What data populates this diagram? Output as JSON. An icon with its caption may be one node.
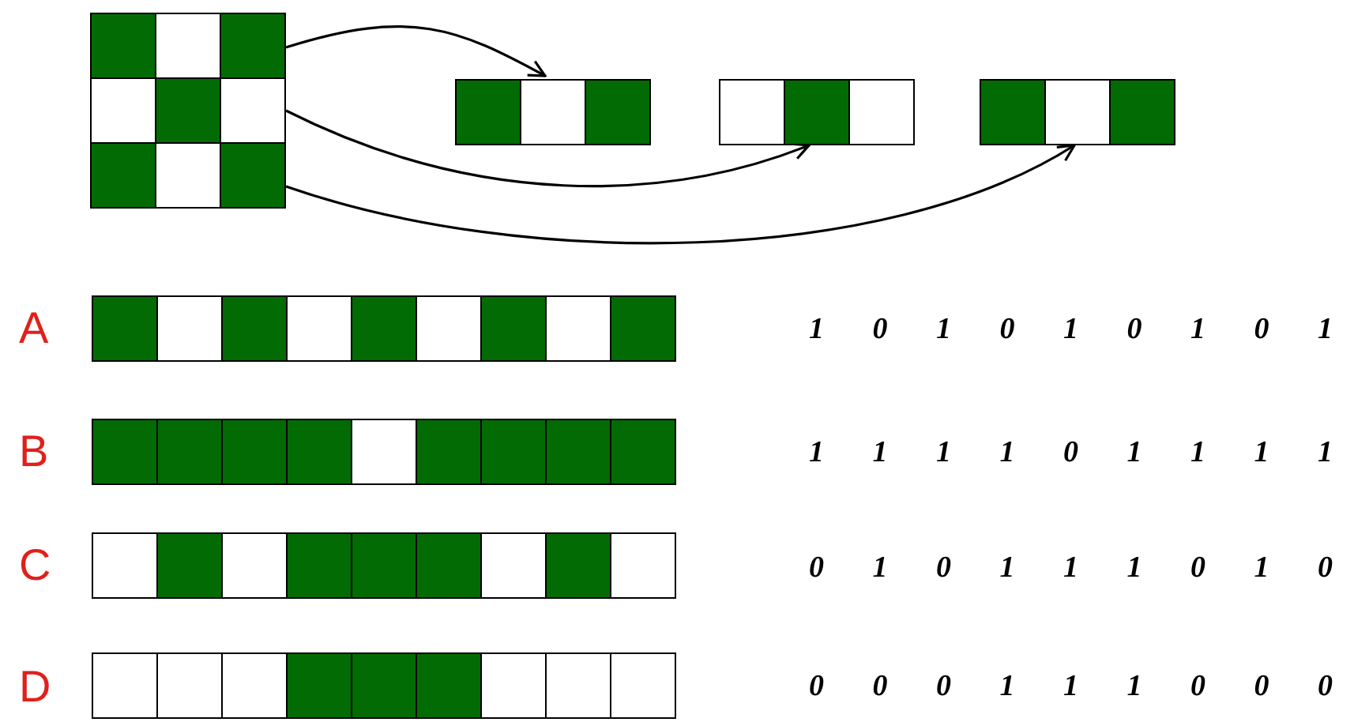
{
  "diagram": {
    "nodes": [
      {
        "text": [],
        "shape": "box"
      },
      {
        "text": [],
        "shape": "bar"
      },
      {
        "text": [],
        "shape": "bar"
      },
      {
        "text": [],
        "shape": "bar"
      }
    ],
    "edges": [
      {
        "from": 0,
        "to": 1,
        "arrow": "to"
      },
      {
        "from": 0,
        "to": 2,
        "arrow": "to"
      },
      {
        "from": 0,
        "to": 3,
        "arrow": "to"
      }
    ],
    "labels": [
      "A",
      "1 0 1 0 1 0 1 0 1",
      "B",
      "1 1 1 1 0 1 1 1 1",
      "C",
      "0 1 0 1 1 1 0 1 0",
      "D",
      "0 0 0 1 1 1 0 0 0"
    ]
  }
}
